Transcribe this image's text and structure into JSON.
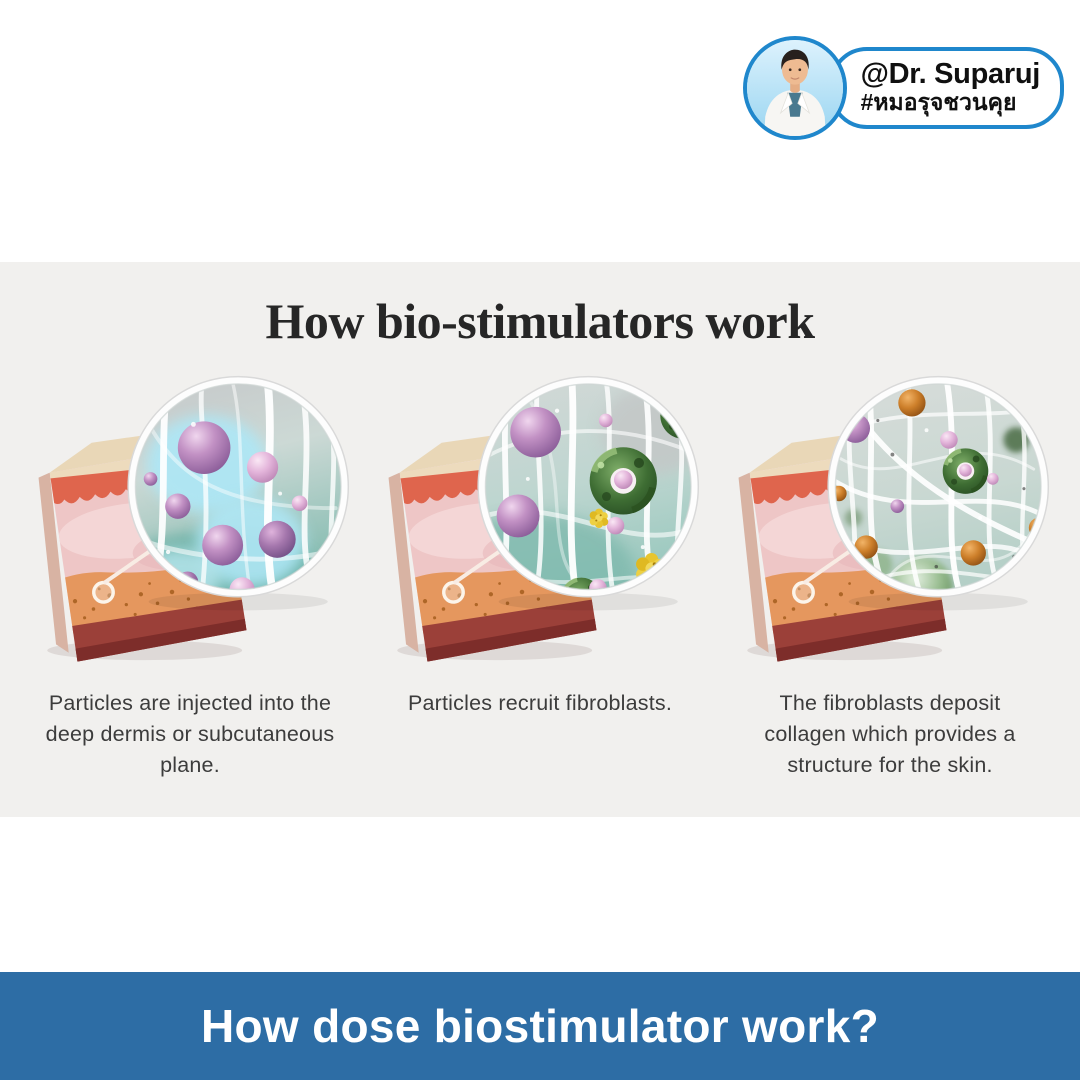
{
  "badge": {
    "handle": "@Dr. Suparuj",
    "hashtag": "#หมอรุจชวนคุย",
    "border_color": "#1f87cc"
  },
  "infographic": {
    "title": "How bio-stimulators work",
    "background": "#f1f0ee",
    "steps": [
      {
        "caption": "Particles are injected into the deep dermis or subcutaneous plane."
      },
      {
        "caption": "Particles recruit fibroblasts."
      },
      {
        "caption": "The fibroblasts deposit collagen which provides a structure for the skin."
      }
    ]
  },
  "banner": {
    "text": "How dose biostimulator work?",
    "background": "#2d6da5",
    "text_color": "#ffffff"
  },
  "theme": {
    "badge-border": "#1f87cc",
    "stage-bg": "#f1f0ee",
    "banner-bg": "#2d6da5",
    "banner-fg": "#ffffff"
  }
}
